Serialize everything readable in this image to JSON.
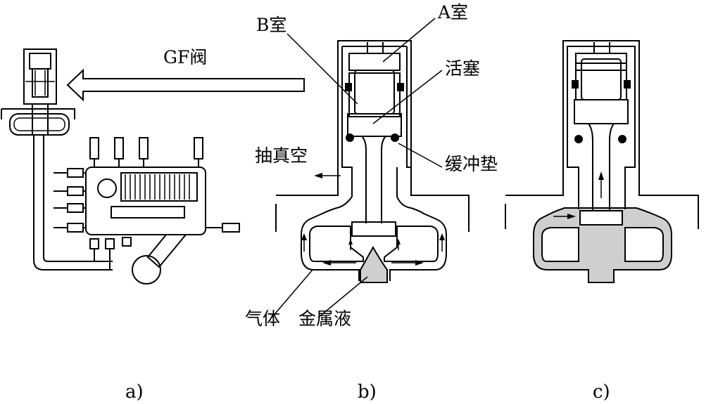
{
  "labels": {
    "gf_valve": "GF阀",
    "chamber_a": "A室",
    "chamber_b": "B室",
    "piston": "活塞",
    "vacuum": "抽真空",
    "cushion": "缓冲垫",
    "gas": "气体",
    "metal_liquid": "金属液"
  },
  "captions": {
    "a": "a)",
    "b": "b)",
    "c": "c)"
  },
  "colors": {
    "line": "#000000",
    "metal_fill": "#cfcfcf",
    "background": "#ffffff"
  }
}
